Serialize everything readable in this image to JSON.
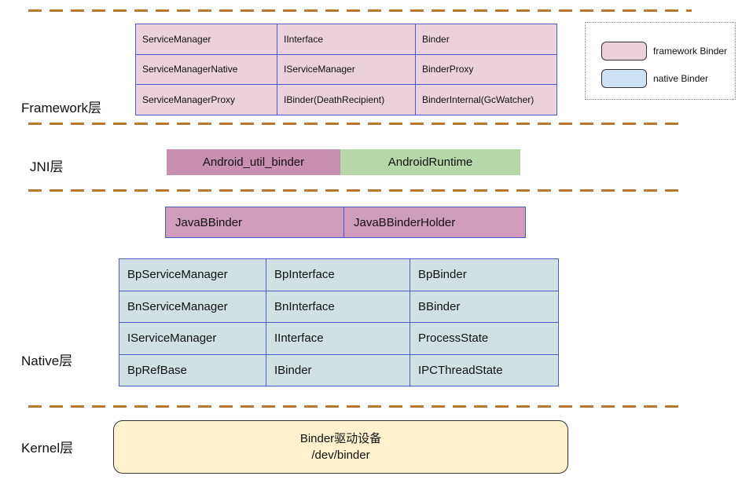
{
  "layers": {
    "framework": {
      "label": "Framework层",
      "table": {
        "rows": [
          [
            "ServiceManager",
            "IInterface",
            "Binder"
          ],
          [
            "ServiceManagerNative",
            "IServiceManager",
            "BinderProxy"
          ],
          [
            "ServiceManagerProxy",
            "IBinder(DeathRecipient)",
            "BinderInternal(GcWatcher)"
          ]
        ]
      }
    },
    "jni": {
      "label": "JNI层",
      "boxes": [
        {
          "label": "Android_util_binder",
          "color": "#c88fb1"
        },
        {
          "label": "AndroidRuntime",
          "color": "#b6d7a8"
        }
      ]
    },
    "jni_bridge": {
      "cells": [
        "JavaBBinder",
        "JavaBBinderHolder"
      ],
      "color": "#cf9cbb"
    },
    "native": {
      "label": "Native层",
      "table": {
        "rows": [
          [
            "BpServiceManager",
            "BpInterface",
            "BpBinder"
          ],
          [
            "BnServiceManager",
            "BnInterface",
            "BBinder"
          ],
          [
            "IServiceManager",
            "IInterface",
            "ProcessState"
          ],
          [
            "BpRefBase",
            "IBinder",
            "IPCThreadState"
          ]
        ]
      }
    },
    "kernel": {
      "label": "Kernel层",
      "box": {
        "line1": "Binder驱动设备",
        "line2": "/dev/binder",
        "color": "#fff2cc"
      }
    }
  },
  "legend": {
    "items": [
      {
        "label": "framework Binder",
        "color": "#ead1dc"
      },
      {
        "label": "native Binder",
        "color": "#cfe2f3"
      }
    ]
  },
  "colors": {
    "separator": "#b97a2e",
    "table_border": "#4a5fc5",
    "framework_cell": "#ead1dc",
    "native_cell": "#d0e0e3",
    "jni_pink": "#c88fb1",
    "jni_green": "#b6d7a8",
    "bridge_pink": "#cf9cbb",
    "kernel_fill": "#fff2cc"
  }
}
